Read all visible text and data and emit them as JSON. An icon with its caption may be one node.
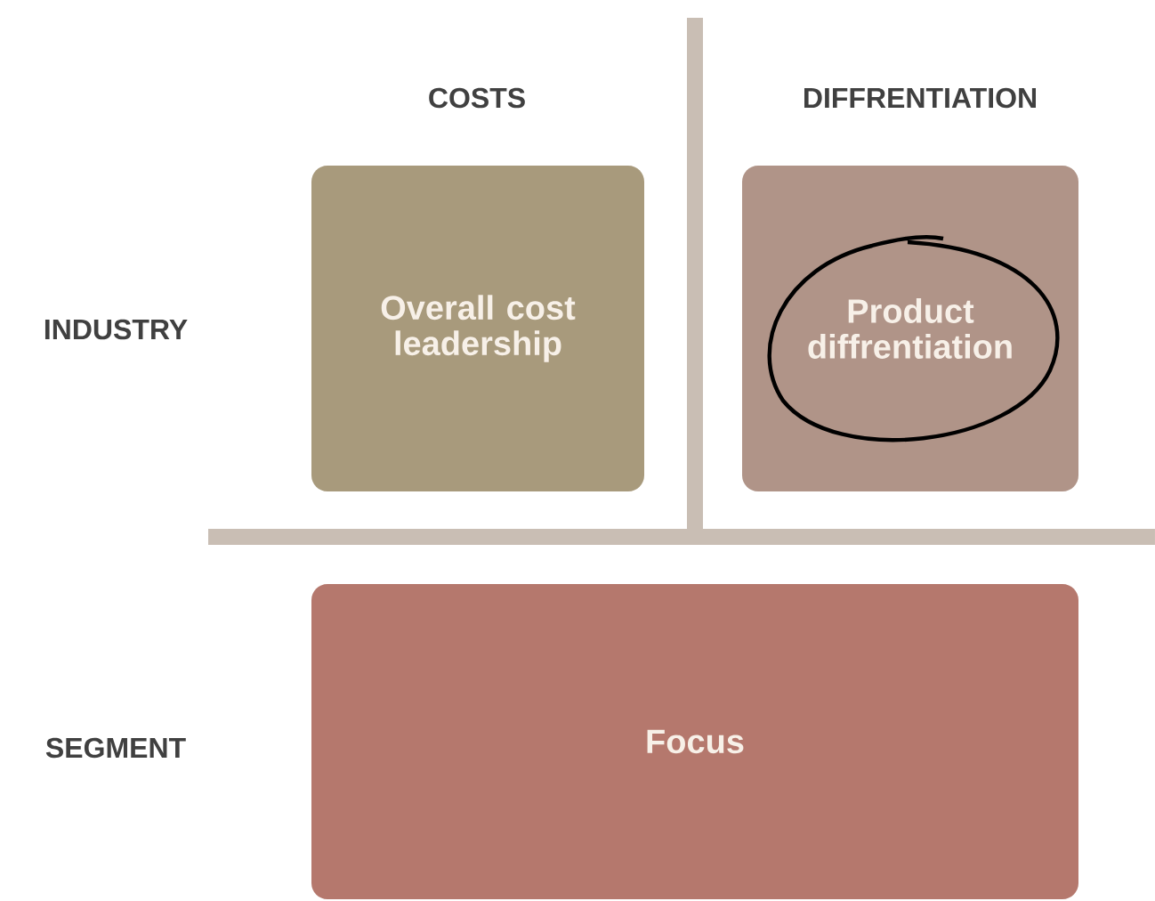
{
  "diagram": {
    "nodes": [
      {
        "text": [
          "Overall cost leadership"
        ]
      },
      {
        "text": [
          "Product diffrentiation"
        ]
      },
      {
        "text": [
          "Focus"
        ]
      }
    ],
    "labels": [
      "COSTS",
      "DIFFRENTIATION",
      "INDUSTRY",
      "SEGMENT"
    ]
  }
}
